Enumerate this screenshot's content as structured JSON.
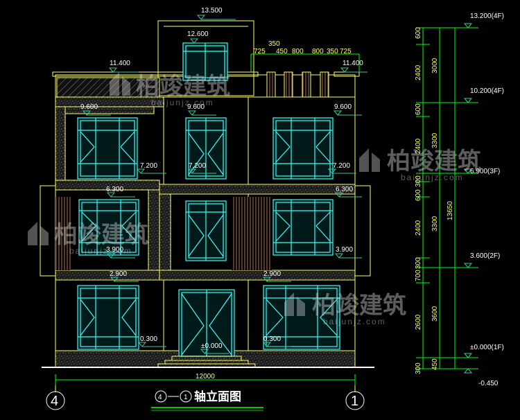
{
  "levels": {
    "l13500": "13.500",
    "l12600": "12.600",
    "l11400a": "11.400",
    "l11400b": "11.400",
    "l9600a": "9.600",
    "l9600b": "9.600",
    "l9600c": "9.600",
    "l7200a": "7.200",
    "l7200b": "7.200",
    "l7200c": "7.200",
    "l6300a": "6.300",
    "l6300b": "6.300",
    "l3900a": "3.900",
    "l3900b": "3.900",
    "l2900a": "2.900",
    "l2900b": "2.900",
    "l0300a": "0.300",
    "l0300b": "0.300",
    "l0000": "±0.000"
  },
  "top_dims": {
    "d350": "350",
    "row": [
      "725",
      "450",
      "800",
      "800",
      "350",
      "725"
    ]
  },
  "right_levels": {
    "f4": "13.200(4F)",
    "f4b": "10.200(4F)",
    "f3": "6.900(3F)",
    "f2": "3.600(2F)",
    "f1": "±0.000(1F)",
    "ground": "-0.450"
  },
  "right_dims": {
    "col1": [
      "600",
      "2400",
      "600",
      "2400",
      "300",
      "600",
      "2400",
      "300",
      "700",
      "2600",
      "300"
    ],
    "col2": [
      "3000",
      "3300",
      "3300",
      "3600",
      "450"
    ],
    "total": "13650"
  },
  "bottom": {
    "width": "12000",
    "axis_left": "4",
    "axis_right": "1",
    "title_from": "4",
    "title_to": "1",
    "title_suffix": "轴立面图"
  },
  "watermark": {
    "brand": "柏竣建筑",
    "url": "baijunjz.com"
  },
  "colors": {
    "wall_line": "#ffff66",
    "window": "#33ffff",
    "dim_line": "#00ff00",
    "marker": "#33cc99",
    "title_underline": "#00cc00"
  }
}
